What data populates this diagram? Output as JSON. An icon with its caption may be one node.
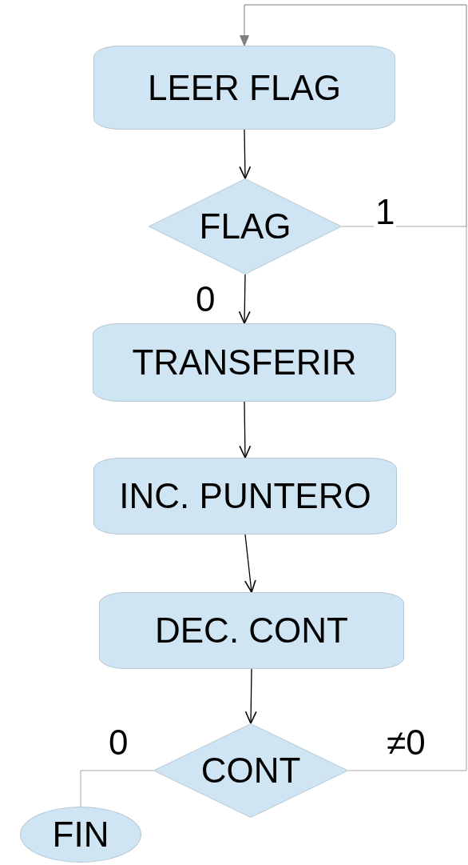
{
  "diagram": {
    "nodes": [
      {
        "text": [
          "LEER FLAG"
        ]
      },
      {
        "text": [
          "FLAG"
        ]
      },
      {
        "text": [
          "TRANSFERIR"
        ]
      },
      {
        "text": [
          "INC. PUNTERO"
        ]
      },
      {
        "text": [
          "DEC. CONT"
        ]
      },
      {
        "text": [
          "CONT"
        ]
      },
      {
        "text": [
          "FIN"
        ]
      }
    ],
    "edges": [
      {
        "from": 0,
        "to": 1,
        "arrow": "to"
      },
      {
        "from": 1,
        "to": 0,
        "arrow": "to",
        "label": "1",
        "color": "#a6a6a6"
      },
      {
        "from": 1,
        "to": 2,
        "arrow": "to",
        "label": "0"
      },
      {
        "from": 2,
        "to": 3,
        "arrow": "to"
      },
      {
        "from": 3,
        "to": 4,
        "arrow": "to"
      },
      {
        "from": 4,
        "to": 5,
        "arrow": "to"
      },
      {
        "from": 5,
        "to": 0,
        "arrow": "to",
        "label": "≠0",
        "color": "#a6a6a6"
      },
      {
        "from": 5,
        "to": 6,
        "arrow": "none",
        "label": "0",
        "color": "#a6a6a6"
      }
    ]
  }
}
